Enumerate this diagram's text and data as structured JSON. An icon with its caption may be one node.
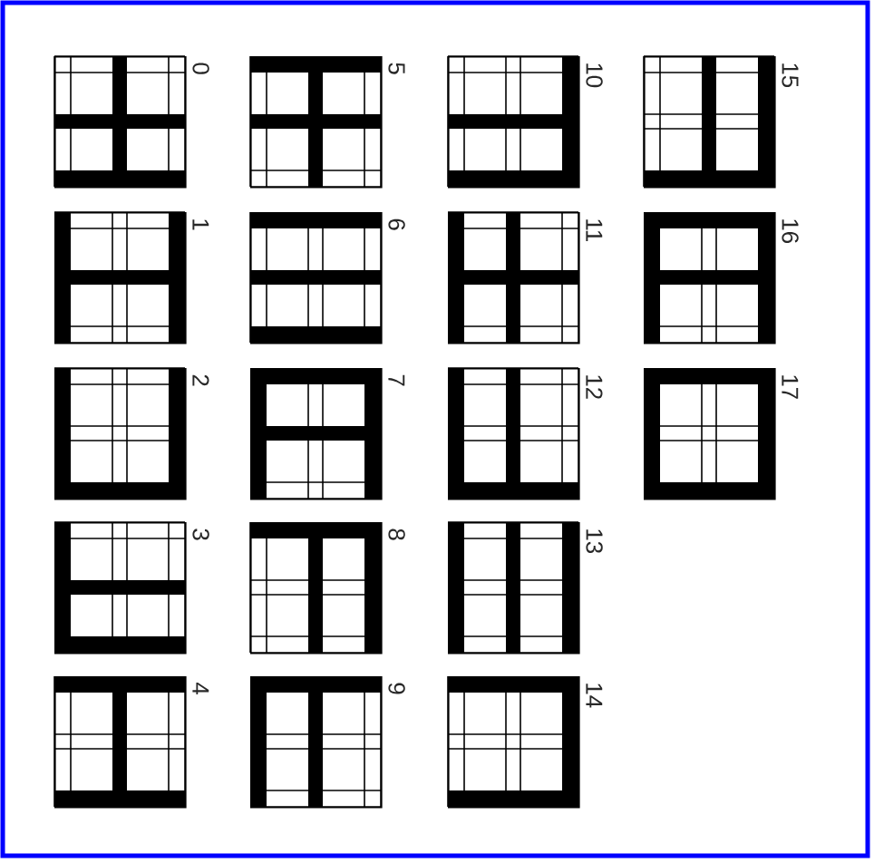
{
  "diagram": {
    "nodes": [
      {
        "text": [],
        "shape": "box",
        "beside": [
          "0"
        ]
      },
      {
        "text": [],
        "shape": "box",
        "beside": [
          "1"
        ]
      },
      {
        "text": [],
        "shape": "box",
        "beside": [
          "2"
        ]
      },
      {
        "text": [],
        "shape": "box",
        "beside": [
          "3"
        ]
      },
      {
        "text": [],
        "shape": "box",
        "beside": [
          "4"
        ]
      },
      {
        "text": [],
        "shape": "box",
        "beside": [
          "5"
        ]
      },
      {
        "text": [],
        "shape": "box",
        "beside": [
          "6"
        ]
      },
      {
        "text": [],
        "shape": "box",
        "beside": [
          "7"
        ]
      },
      {
        "text": [],
        "shape": "box",
        "beside": [
          "8"
        ]
      },
      {
        "text": [],
        "shape": "box",
        "beside": [
          "9"
        ]
      },
      {
        "text": [],
        "shape": "box",
        "beside": [
          "10"
        ]
      },
      {
        "text": [],
        "shape": "box",
        "beside": [
          "11"
        ]
      },
      {
        "text": [],
        "shape": "box",
        "beside": [
          "12"
        ]
      },
      {
        "text": [],
        "shape": "box",
        "beside": [
          "13"
        ]
      },
      {
        "text": [],
        "shape": "box",
        "beside": [
          "14"
        ]
      },
      {
        "text": [],
        "shape": "box",
        "beside": [
          "15"
        ]
      },
      {
        "text": [],
        "shape": "box",
        "beside": [
          "16"
        ]
      },
      {
        "text": [],
        "shape": "box",
        "beside": [
          "17"
        ]
      }
    ]
  }
}
